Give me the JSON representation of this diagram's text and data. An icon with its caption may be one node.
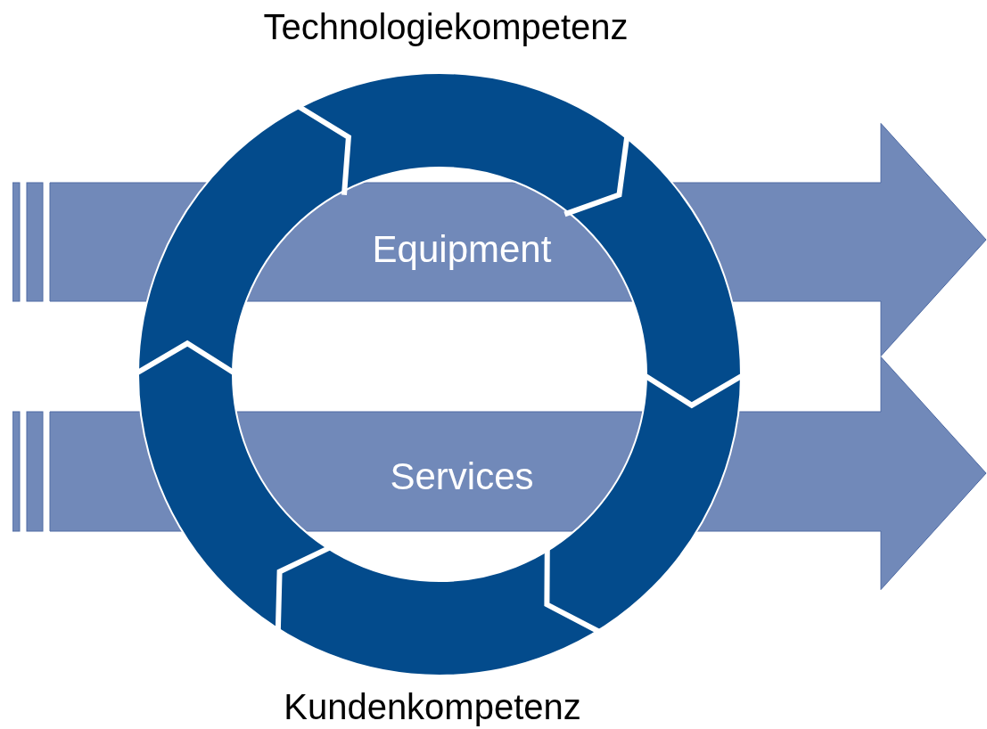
{
  "diagram": {
    "nodes": [
      {
        "text": [
          "Equipment"
        ]
      },
      {
        "text": [
          "Services"
        ]
      }
    ],
    "labels": [
      "Technologiekompetenz",
      "Kundenkompetenz"
    ]
  }
}
